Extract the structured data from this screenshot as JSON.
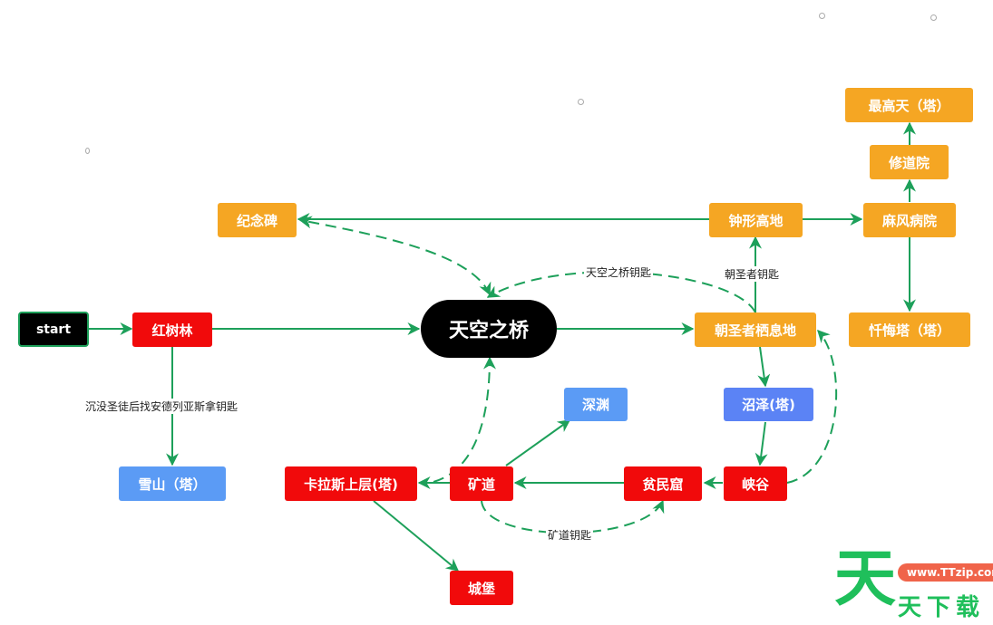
{
  "diagram": {
    "title": "",
    "nodes": {
      "start": "start",
      "mangrove": "红树林",
      "snow_mountain": "雪山（塔）",
      "sky_bridge": "天空之桥",
      "monument": "纪念碑",
      "bell_highland": "钟形高地",
      "leper_hospital": "麻风病院",
      "monastery": "修道院",
      "highest_heaven": "最高天（塔）",
      "penitence_tower": "忏悔塔（塔）",
      "pilgrim_rest": "朝圣者栖息地",
      "swamp": "沼泽(塔)",
      "canyon": "峡谷",
      "slum": "贫民窟",
      "mine": "矿道",
      "abyss": "深渊",
      "carath_upper": "卡拉斯上层(塔)",
      "castle": "城堡"
    },
    "edge_labels": {
      "snow_key": "沉没圣徒后找安德列亚斯拿钥匙",
      "sky_bridge_key": "天空之桥钥匙",
      "pilgrim_key": "朝圣者钥匙",
      "mine_key": "矿道钥匙"
    },
    "colors": {
      "edge": "#1da05a",
      "orange_node": "#f5a623",
      "red_node": "#f10a0b",
      "blue_node": "#5b9bf5",
      "hub_node": "#000000"
    }
  },
  "watermark": {
    "big_char": "天",
    "url": "www.TTzip.com",
    "text": "天下载"
  }
}
